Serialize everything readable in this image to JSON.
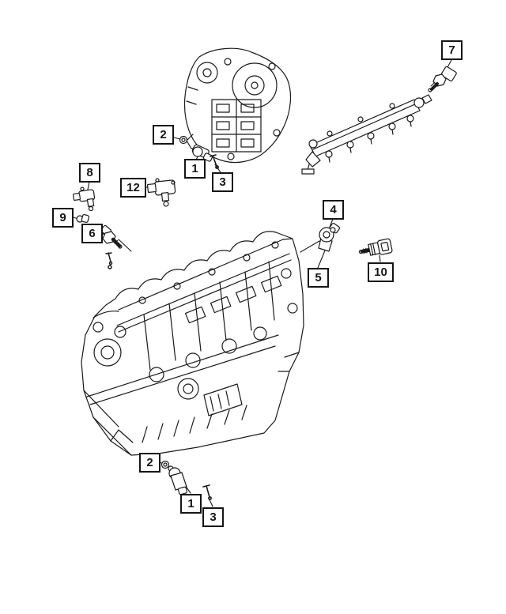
{
  "diagram": {
    "kind": "engine-sensors-parts-diagram",
    "background_color": "#ffffff",
    "line_color": "#1a1a1a",
    "callouts": [
      {
        "label": "2"
      },
      {
        "label": "1"
      },
      {
        "label": "3"
      },
      {
        "label": "7"
      },
      {
        "label": "8"
      },
      {
        "label": "12"
      },
      {
        "label": "9"
      },
      {
        "label": "6"
      },
      {
        "label": "4"
      },
      {
        "label": "5"
      },
      {
        "label": "10"
      },
      {
        "label": "2"
      },
      {
        "label": "1"
      },
      {
        "label": "3"
      }
    ]
  }
}
